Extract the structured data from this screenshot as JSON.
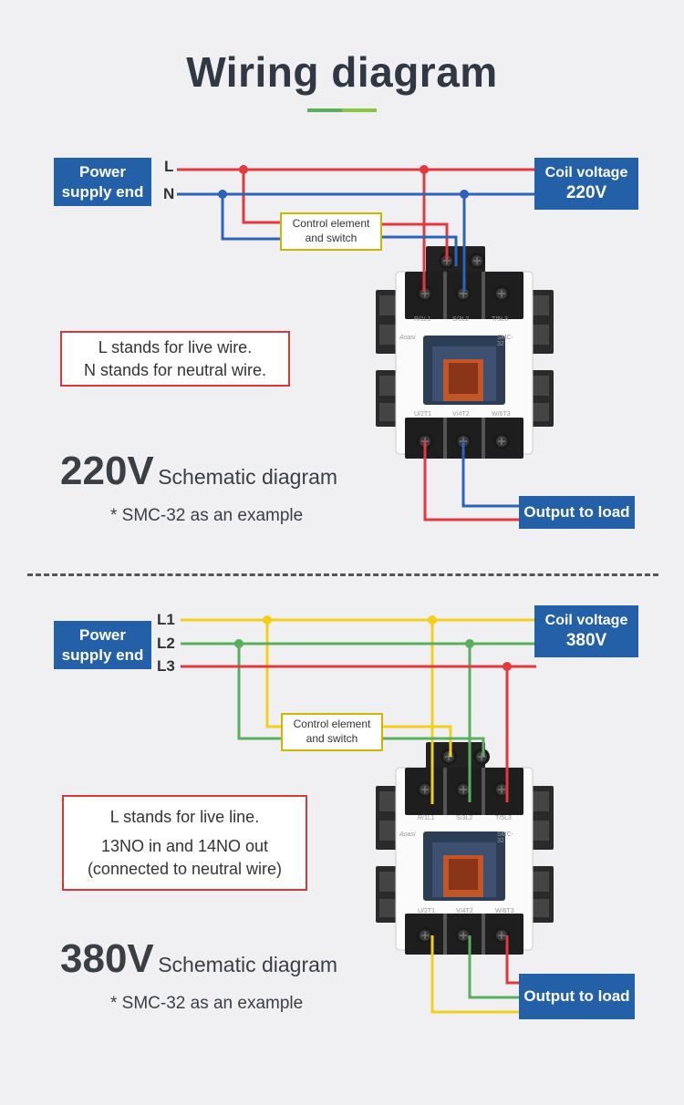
{
  "title": "Wiring diagram",
  "colors": {
    "live": "#e0393e",
    "neutral": "#2c62b8",
    "yellow": "#f2cf1a",
    "green": "#5aaf5c",
    "box_blue": "#2460a7",
    "title_bar_green": "#5aaf5c",
    "title_bar_lime": "#8cc63f"
  },
  "diagram_220": {
    "power_label_line1": "Power",
    "power_label_line2": "supply end",
    "wire_L": "L",
    "wire_N": "N",
    "coil_line1": "Coil voltage",
    "coil_line2": "220V",
    "control_line1": "Control element",
    "control_line2": "and switch",
    "note_line1": "L stands for live wire.",
    "note_line2": "N stands for neutral wire.",
    "voltage": "220V",
    "schematic": "Schematic diagram",
    "example": "* SMC-32 as an example",
    "output": "Output to load"
  },
  "diagram_380": {
    "power_label_line1": "Power",
    "power_label_line2": "supply end",
    "wire_L1": "L1",
    "wire_L2": "L2",
    "wire_L3": "L3",
    "coil_line1": "Coil voltage",
    "coil_line2": "380V",
    "control_line1": "Control element",
    "control_line2": "and switch",
    "note_line1": "L stands for live line.",
    "note_line2": "13NO in and 14NO out",
    "note_line3": "(connected to neutral wire)",
    "voltage": "380V",
    "schematic": "Schematic diagram",
    "example": "* SMC-32 as an example",
    "output": "Output to load"
  },
  "contactor": {
    "brand": "Aoasi",
    "model": "SMC-32",
    "top_terminals": [
      "R/1L1",
      "S/3L2",
      "T/5L3"
    ],
    "bottom_terminals": [
      "U/2T1",
      "V/4T2",
      "W/6T3"
    ]
  }
}
